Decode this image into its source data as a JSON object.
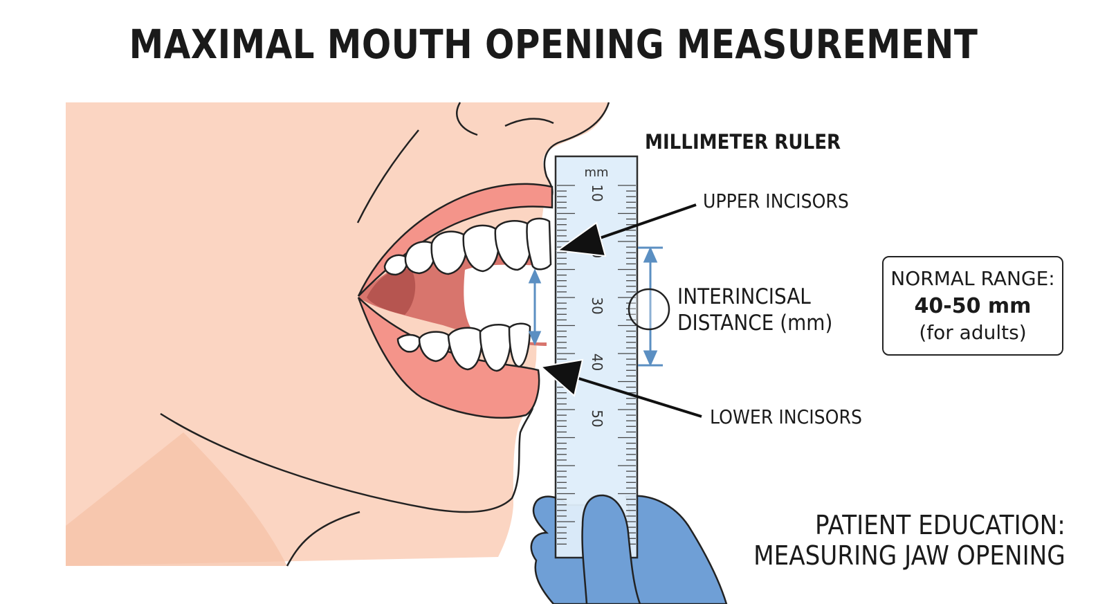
{
  "title": "MAXIMAL MOUTH OPENING MEASUREMENT",
  "labels": {
    "ruler": "MILLIMETER RULER",
    "upper_incisors": "UPPER INCISORS",
    "lower_incisors": "LOWER INCISORS",
    "distance_line1": "INTERINCISAL",
    "distance_line2": "DISTANCE (mm)"
  },
  "ruler": {
    "unit": "mm",
    "tick_labels": [
      "10",
      "20",
      "30",
      "40",
      "50"
    ]
  },
  "normal_range": {
    "heading": "NORMAL RANGE:",
    "value": "40-50 mm",
    "note": "(for adults)"
  },
  "education": {
    "line1": "PATIENT EDUCATION:",
    "line2": "MEASURING JAW OPENING"
  },
  "colors": {
    "skin": "#fbd5c2",
    "lips": "#f4948a",
    "mouth_interior": "#d8756d",
    "ruler": "#dfeefa",
    "glove": "#6f9fd6",
    "measure_arrow": "#5b8fc2"
  }
}
